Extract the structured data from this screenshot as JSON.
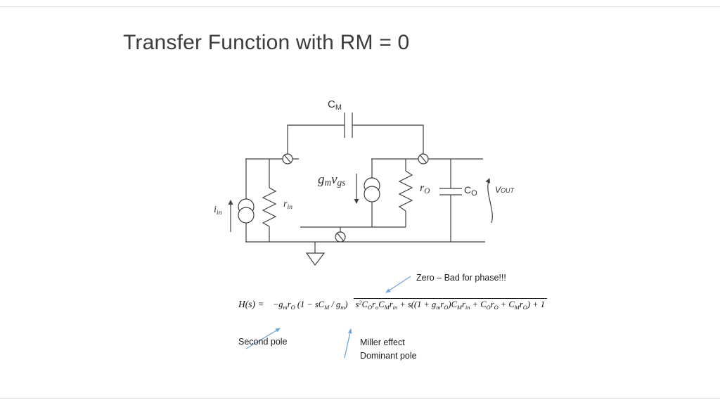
{
  "slide": {
    "title": "Transfer Function with RM = 0"
  },
  "colors": {
    "accent_blue": "#6fa8dc",
    "circuit_line": "#3f3f3f",
    "text": "#1a1a1a"
  },
  "circuit": {
    "labels": {
      "cm": {
        "base": "C",
        "sub": "M"
      },
      "iin": {
        "base": "i",
        "sub": "in"
      },
      "rin": {
        "base": "r",
        "sub": "in"
      },
      "gm": {
        "base": "g",
        "sub": "m"
      },
      "vgs": {
        "base": "v",
        "sub": "gs"
      },
      "ro": {
        "base": "r",
        "sub": "O"
      },
      "co": {
        "base": "C",
        "sub": "O"
      },
      "vout": {
        "base": "V",
        "sub": "OUT"
      }
    }
  },
  "formula": {
    "lhs": "H(s) = ",
    "numerator": [
      {
        "t": "−g",
        "sub": "m"
      },
      {
        "t": "r",
        "sub": "O"
      },
      {
        "t": " (1 − sC",
        "sub": "M"
      },
      {
        "t": " / g",
        "sub": "m"
      },
      {
        "t": ")",
        "sub": ""
      }
    ],
    "denominator": [
      {
        "t": "s",
        "sup": "2"
      },
      {
        "t": "C",
        "sub": "O"
      },
      {
        "t": "r",
        "sub": "o"
      },
      {
        "t": "C",
        "sub": "M"
      },
      {
        "t": "r",
        "sub": "in"
      },
      {
        "t": " + s((1 + g",
        "sub": "m"
      },
      {
        "t": "r",
        "sub": "O"
      },
      {
        "t": ")C",
        "sub": "M"
      },
      {
        "t": "r",
        "sub": "in"
      },
      {
        "t": " + C",
        "sub": "O"
      },
      {
        "t": "r",
        "sub": "O"
      },
      {
        "t": " + C",
        "sub": "M"
      },
      {
        "t": "r",
        "sub": "O"
      },
      {
        "t": ") + 1",
        "sub": ""
      }
    ]
  },
  "annotations": {
    "zero": "Zero – Bad for phase!!!",
    "second_pole": "Second pole",
    "miller_line1": "Miller effect",
    "miller_line2": "Dominant pole"
  }
}
